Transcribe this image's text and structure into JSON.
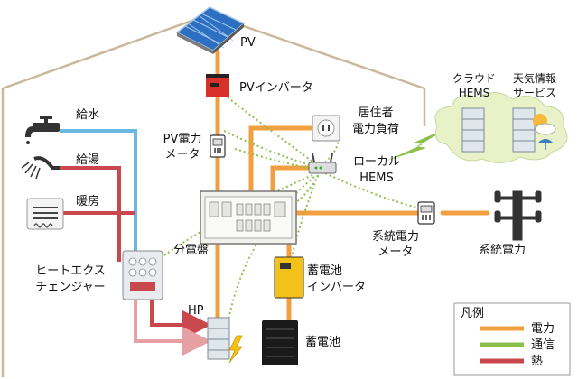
{
  "labels": {
    "pv": "PV",
    "pv_inverter": "PVインバータ",
    "pv_meter_1": "PV電力",
    "pv_meter_2": "メータ",
    "resident_load_1": "居住者",
    "resident_load_2": "電力負荷",
    "local_hems_1": "ローカル",
    "local_hems_2": "HEMS",
    "cloud_hems_1": "クラウド",
    "cloud_hems_2": "HEMS",
    "weather_1": "天気情報",
    "weather_2": "サービス",
    "water_supply": "給水",
    "hot_water": "給湯",
    "heating": "暖房",
    "distribution_board": "分電盤",
    "grid_meter_1": "系統電力",
    "grid_meter_2": "メータ",
    "grid_power": "系統電力",
    "heat_exchanger_1": "ヒートエクス",
    "heat_exchanger_2": "チェンジャー",
    "hp": "HP",
    "battery_inverter_1": "蓄電池",
    "battery_inverter_2": "インバータ",
    "battery": "蓄電池"
  },
  "legend": {
    "title": "凡例",
    "items": [
      {
        "label": "電力",
        "color": "#f0a040"
      },
      {
        "label": "通信",
        "color": "#8cc04a"
      },
      {
        "label": "熱",
        "color": "#c8484e"
      }
    ]
  },
  "colors": {
    "power": "#f0a040",
    "communication": "#8cc04a",
    "heat": "#c8484e",
    "water": "#6ab8e0",
    "house_outline": "#c9b99a"
  }
}
